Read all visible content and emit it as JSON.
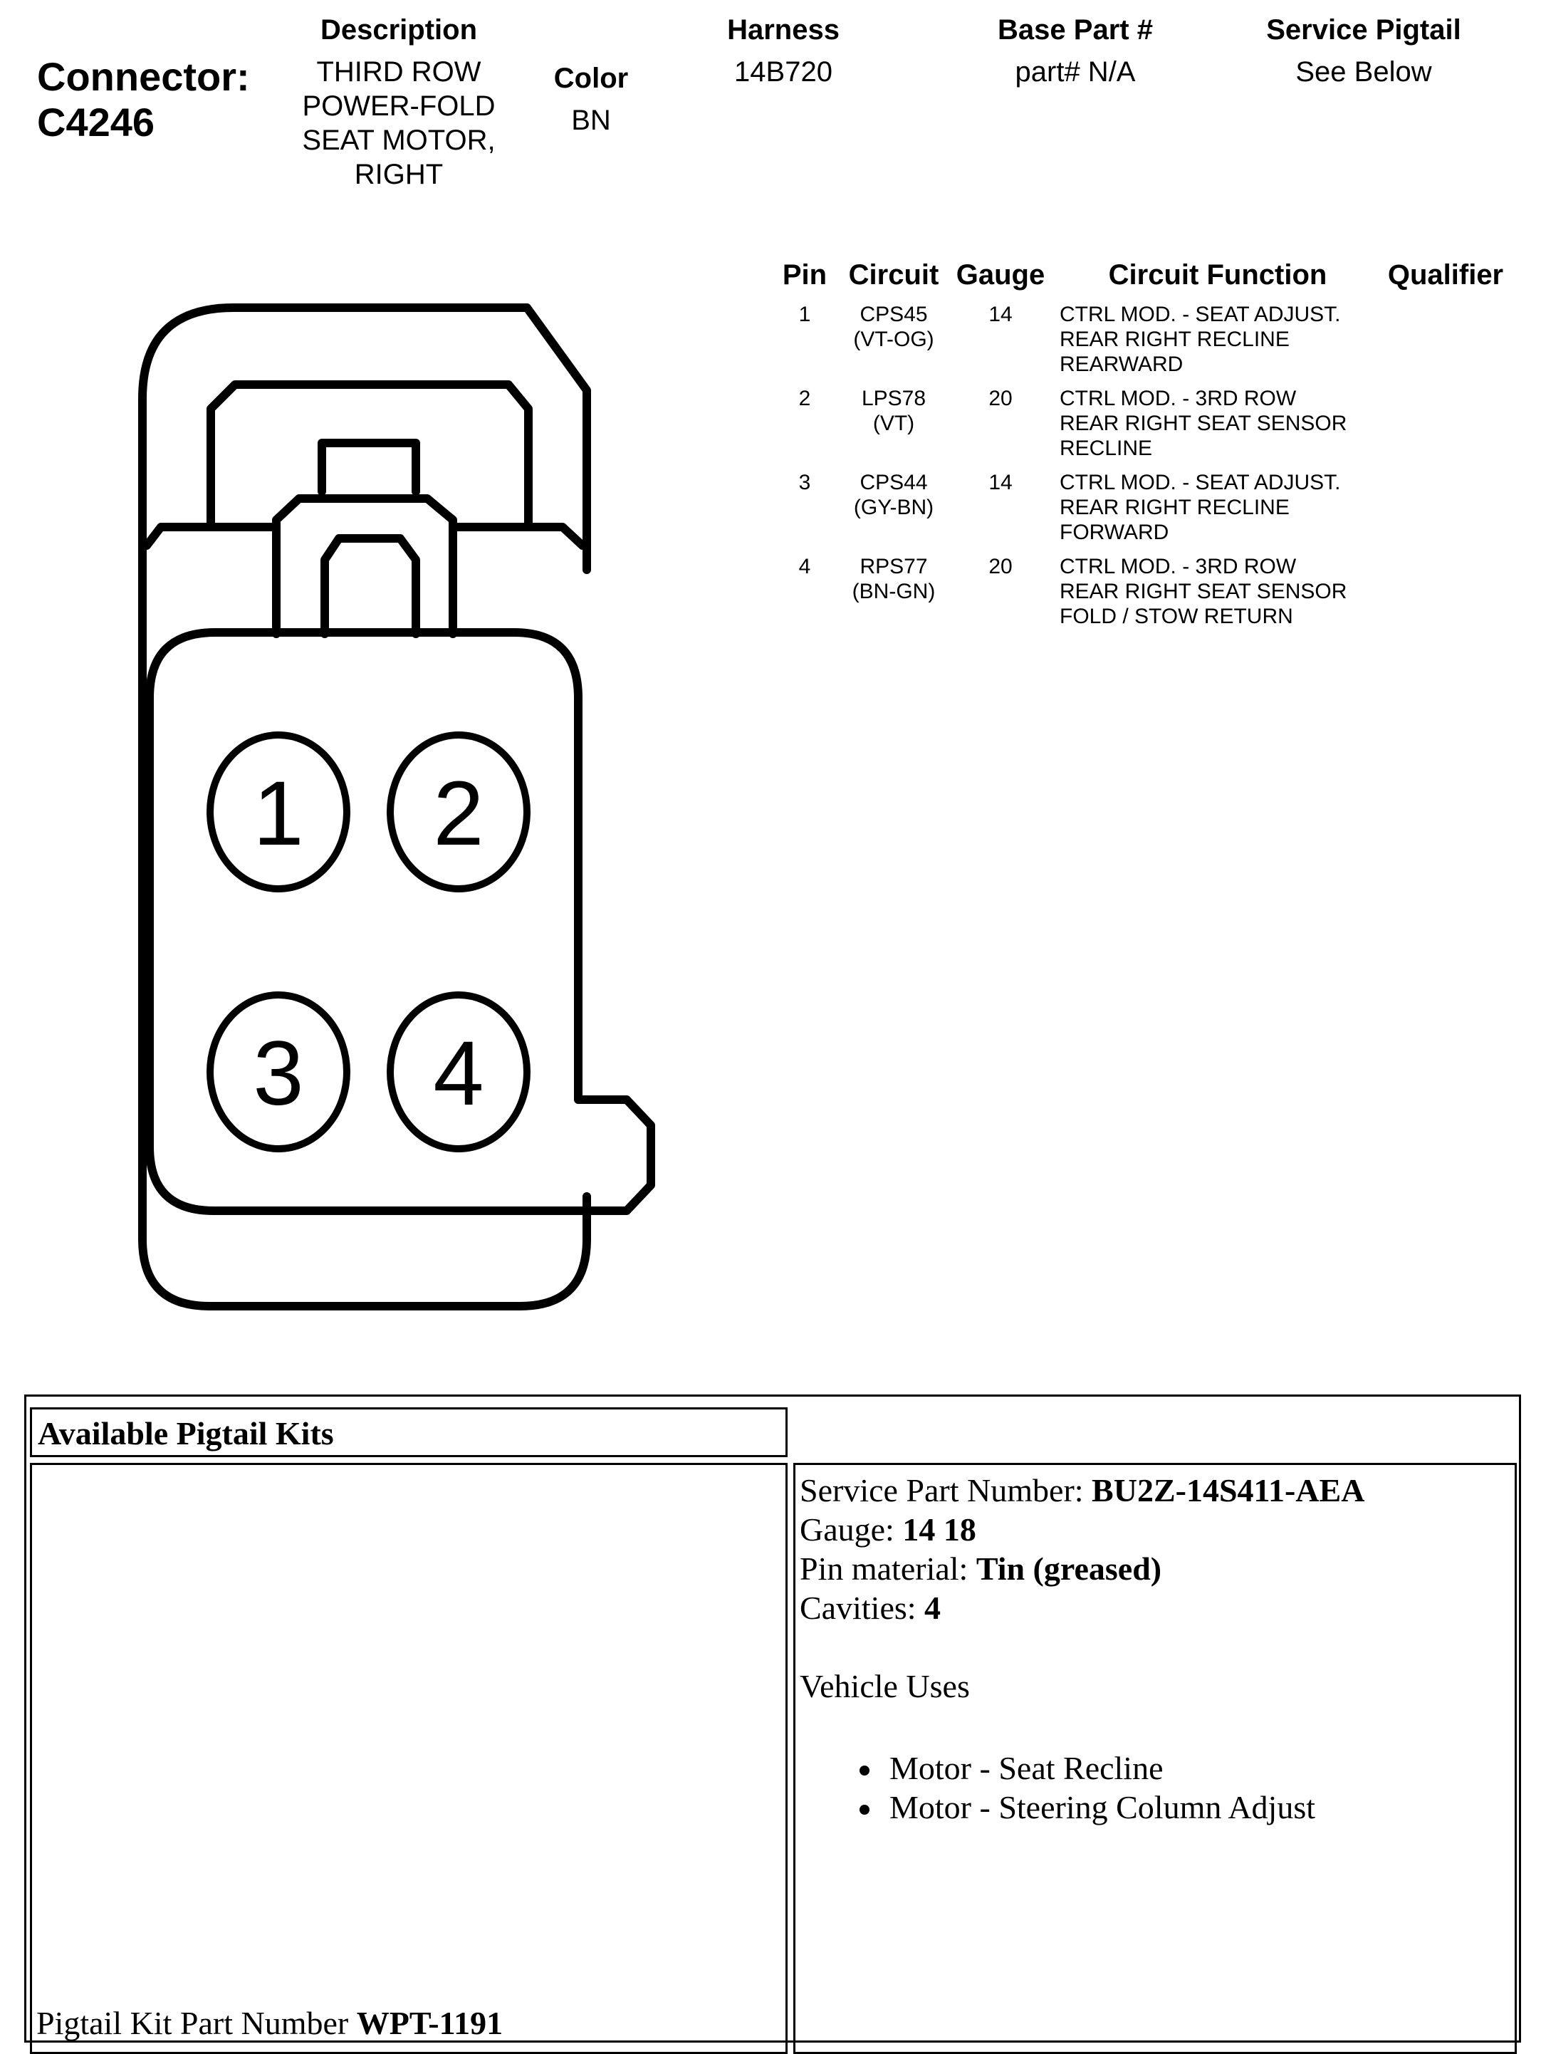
{
  "connector": {
    "label": "Connector:",
    "id": "C4246"
  },
  "header": {
    "description_label": "Description",
    "description_lines": [
      "THIRD ROW",
      "POWER-FOLD",
      "SEAT MOTOR,",
      "RIGHT"
    ],
    "color_label": "Color",
    "color_value": "BN",
    "harness_label": "Harness",
    "harness_value": "14B720",
    "base_part_label": "Base Part #",
    "base_part_value": "part# N/A",
    "service_pigtail_label": "Service Pigtail",
    "service_pigtail_value": "See Below"
  },
  "pin_table": {
    "headers": [
      "Pin",
      "Circuit",
      "Gauge",
      "Circuit Function",
      "Qualifier"
    ],
    "rows": [
      {
        "pin": "1",
        "circuit": "CPS45",
        "color": "(VT-OG)",
        "gauge": "14",
        "function": [
          "CTRL MOD. - SEAT ADJUST.",
          "REAR RIGHT RECLINE",
          "REARWARD"
        ]
      },
      {
        "pin": "2",
        "circuit": "LPS78",
        "color": "(VT)",
        "gauge": "20",
        "function": [
          "CTRL MOD. - 3RD ROW",
          "REAR RIGHT SEAT SENSOR",
          "RECLINE"
        ]
      },
      {
        "pin": "3",
        "circuit": "CPS44",
        "color": "(GY-BN)",
        "gauge": "14",
        "function": [
          "CTRL MOD. - SEAT ADJUST.",
          "REAR RIGHT RECLINE",
          "FORWARD"
        ]
      },
      {
        "pin": "4",
        "circuit": "RPS77",
        "color": "(BN-GN)",
        "gauge": "20",
        "function": [
          "CTRL MOD. - 3RD ROW",
          "REAR RIGHT SEAT SENSOR",
          "FOLD / STOW RETURN"
        ]
      }
    ]
  },
  "diagram": {
    "pin_labels": [
      "1",
      "2",
      "3",
      "4"
    ]
  },
  "kits": {
    "title": "Available Pigtail Kits",
    "service_part_label": "Service Part Number: ",
    "service_part_value": "BU2Z-14S411-AEA",
    "gauge_label": "Gauge: ",
    "gauge_value": "14 18",
    "pin_material_label": "Pin material: ",
    "pin_material_value": "Tin (greased)",
    "cavities_label": "Cavities: ",
    "cavities_value": "4",
    "vehicle_uses_label": "Vehicle Uses",
    "vehicle_uses": [
      "Motor - Seat Recline",
      "Motor - Steering Column Adjust"
    ],
    "pigtail_kit_label": "Pigtail Kit Part Number ",
    "pigtail_kit_value": "WPT-1191"
  }
}
